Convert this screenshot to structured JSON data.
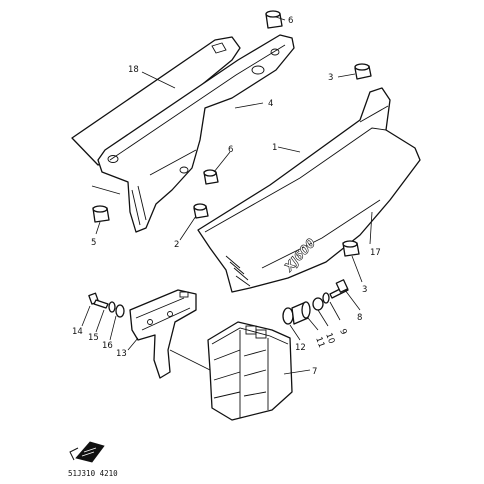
{
  "diagram": {
    "emblem_text": "XJ600",
    "footer_code": "51J310 4210",
    "callouts": [
      "18",
      "4",
      "6",
      "3",
      "1",
      "6",
      "5",
      "2",
      "17",
      "3",
      "8",
      "9",
      "10",
      "11",
      "12",
      "7",
      "14",
      "15",
      "16",
      "13"
    ]
  }
}
